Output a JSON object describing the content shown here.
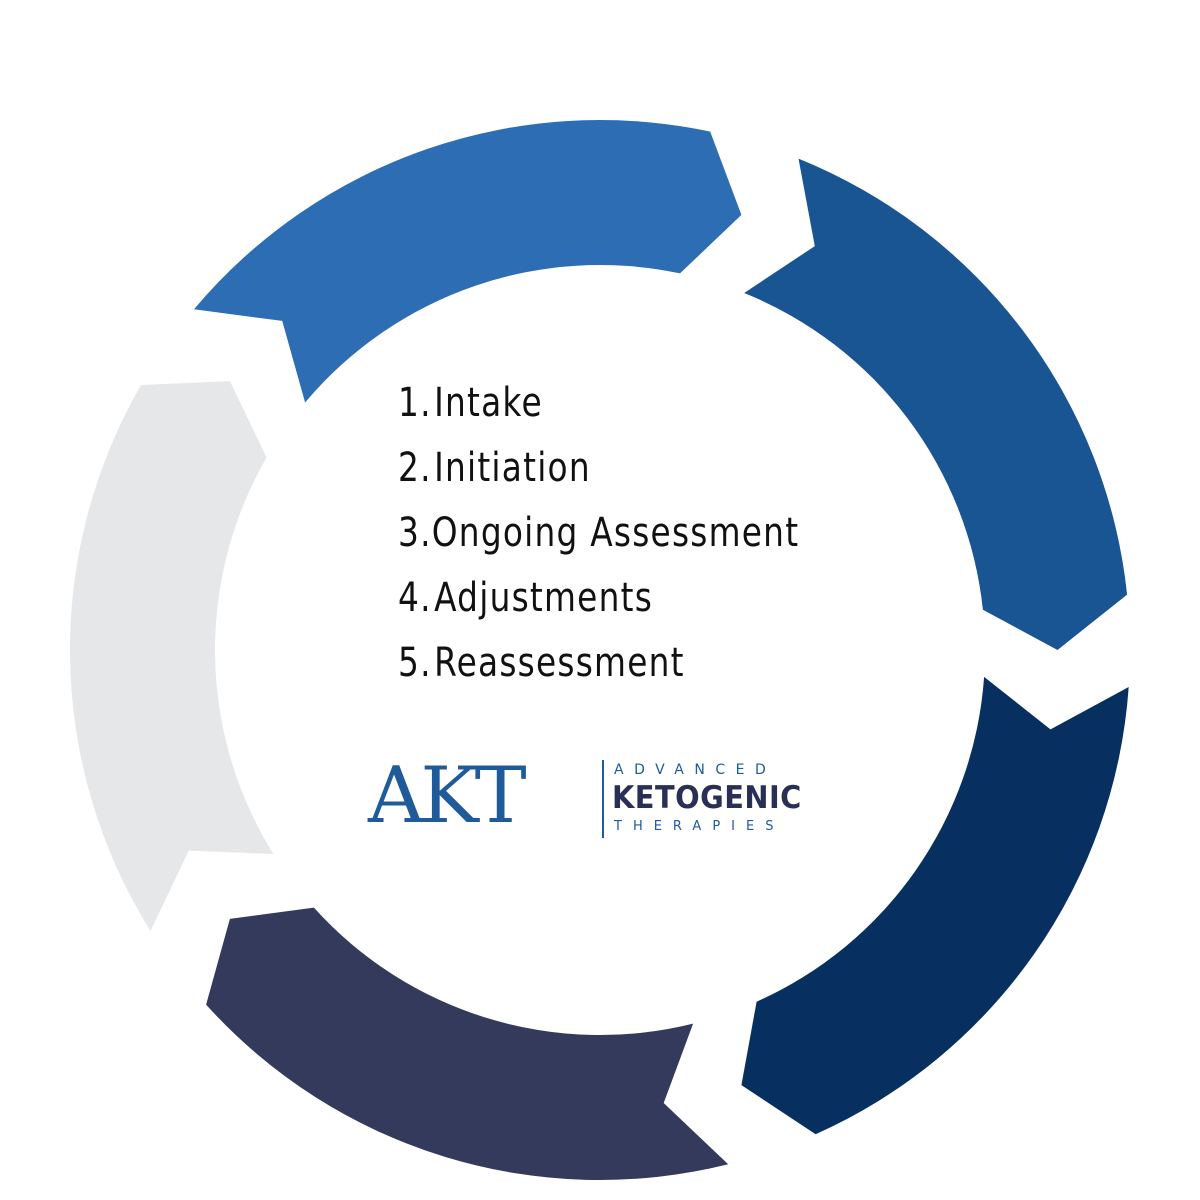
{
  "steps": [
    {
      "number": "1.",
      "label": "Intake"
    },
    {
      "number": "2.",
      "label": "Initiation"
    },
    {
      "number": "3.",
      "label": "Ongoing Assessment"
    },
    {
      "number": "4.",
      "label": "Adjustments"
    },
    {
      "number": "5.",
      "label": "Reassessment"
    }
  ],
  "cycle": {
    "segment_count": 5,
    "segment_colors": [
      "#e6e7e9",
      "#2c6db3",
      "#185592",
      "#073060",
      "#343a5c"
    ]
  },
  "logo": {
    "mark": "AKT",
    "line1": "ADVANCED",
    "line2": "KETOGENIC",
    "line3": "THERAPIES",
    "primary_color": "#1f5a9a",
    "secondary_color": "#2a2f55"
  }
}
